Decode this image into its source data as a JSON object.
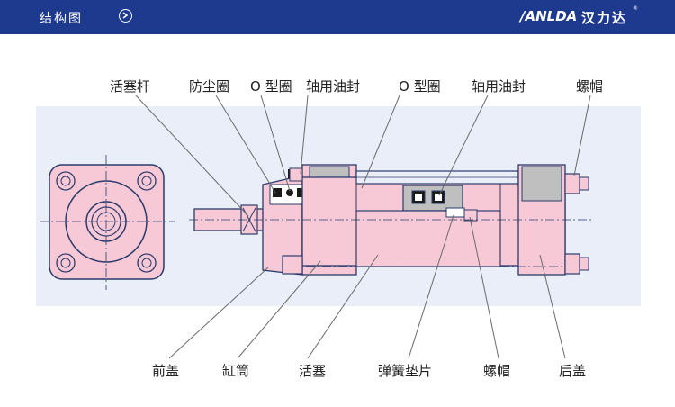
{
  "header": {
    "title": "结构图",
    "brand_logo": "/ANLDA",
    "brand_name": "汉力达",
    "brand_mark": "®"
  },
  "labels_top": [
    "活塞杆",
    "防尘圈",
    "O 型圈",
    "轴用油封",
    "O 型圈",
    "轴用油封",
    "螺帽"
  ],
  "labels_bottom": [
    "前盖",
    "缸筒",
    "活塞",
    "弹簧垫片",
    "螺帽",
    "后盖"
  ],
  "colors": {
    "header_bg": "#1e3a8f",
    "body_fill": "#f7c9d6",
    "panel_bg": "#e9eef8",
    "outline": "#2a3b6b",
    "cap_gray": "#bfbfbf"
  }
}
